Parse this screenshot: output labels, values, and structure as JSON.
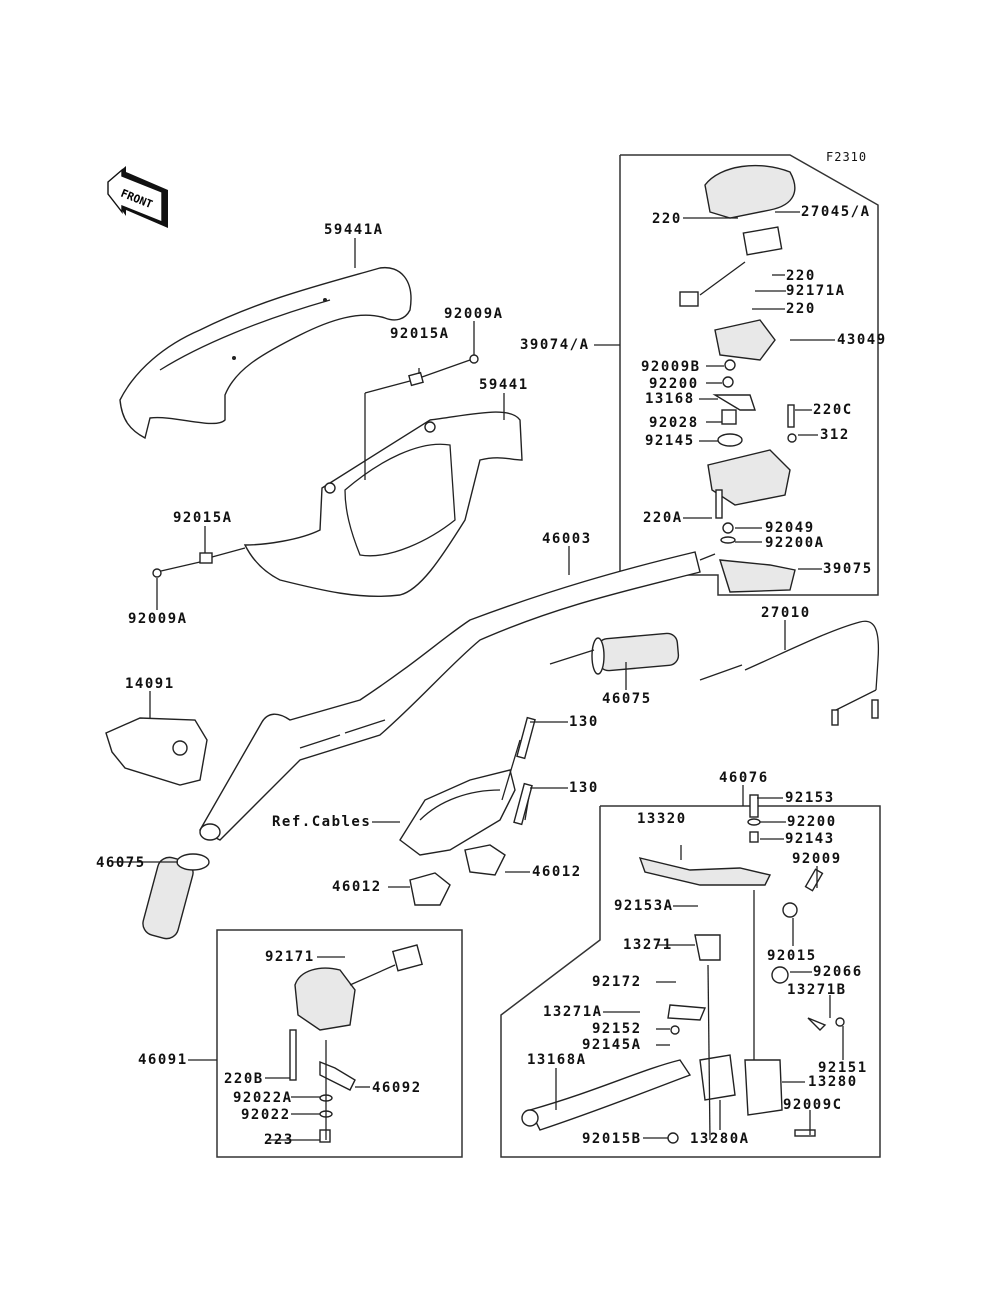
{
  "diagram": {
    "figure_code": "F2310",
    "direction_indicator": "FRONT",
    "labels": [
      {
        "id": "59441A-top",
        "text": "59441A"
      },
      {
        "id": "92009A-top",
        "text": "92009A"
      },
      {
        "id": "92015A-top",
        "text": "92015A"
      },
      {
        "id": "59441",
        "text": "59441"
      },
      {
        "id": "92015A-left",
        "text": "92015A"
      },
      {
        "id": "92009A-left",
        "text": "92009A"
      },
      {
        "id": "46003",
        "text": "46003"
      },
      {
        "id": "39074A",
        "text": "39074/A"
      },
      {
        "id": "220-a",
        "text": "220"
      },
      {
        "id": "27045A",
        "text": "27045/A"
      },
      {
        "id": "220-b",
        "text": "220"
      },
      {
        "id": "92171A",
        "text": "92171A"
      },
      {
        "id": "220-c",
        "text": "220"
      },
      {
        "id": "43049",
        "text": "43049"
      },
      {
        "id": "92009B",
        "text": "92009B"
      },
      {
        "id": "92200",
        "text": "92200"
      },
      {
        "id": "13168",
        "text": "13168"
      },
      {
        "id": "220C",
        "text": "220C"
      },
      {
        "id": "92028",
        "text": "92028"
      },
      {
        "id": "312",
        "text": "312"
      },
      {
        "id": "92145",
        "text": "92145"
      },
      {
        "id": "220A",
        "text": "220A"
      },
      {
        "id": "92049",
        "text": "92049"
      },
      {
        "id": "92200A",
        "text": "92200A"
      },
      {
        "id": "39075",
        "text": "39075"
      },
      {
        "id": "27010",
        "text": "27010"
      },
      {
        "id": "46075-right",
        "text": "46075"
      },
      {
        "id": "14091",
        "text": "14091"
      },
      {
        "id": "130-a",
        "text": "130"
      },
      {
        "id": "130-b",
        "text": "130"
      },
      {
        "id": "ref-cables",
        "text": "Ref.Cables"
      },
      {
        "id": "46075-left",
        "text": "46075"
      },
      {
        "id": "46012-left",
        "text": "46012"
      },
      {
        "id": "46012-right",
        "text": "46012"
      },
      {
        "id": "46076",
        "text": "46076"
      },
      {
        "id": "92153",
        "text": "92153"
      },
      {
        "id": "13320",
        "text": "13320"
      },
      {
        "id": "92200-b",
        "text": "92200"
      },
      {
        "id": "92143",
        "text": "92143"
      },
      {
        "id": "92009",
        "text": "92009"
      },
      {
        "id": "92153A",
        "text": "92153A"
      },
      {
        "id": "13271",
        "text": "13271"
      },
      {
        "id": "92015",
        "text": "92015"
      },
      {
        "id": "92066",
        "text": "92066"
      },
      {
        "id": "92172",
        "text": "92172"
      },
      {
        "id": "13271B",
        "text": "13271B"
      },
      {
        "id": "13271A",
        "text": "13271A"
      },
      {
        "id": "92152",
        "text": "92152"
      },
      {
        "id": "92145A",
        "text": "92145A"
      },
      {
        "id": "92151",
        "text": "92151"
      },
      {
        "id": "13168A",
        "text": "13168A"
      },
      {
        "id": "13280",
        "text": "13280"
      },
      {
        "id": "92009C",
        "text": "92009C"
      },
      {
        "id": "92015B",
        "text": "92015B"
      },
      {
        "id": "13280A",
        "text": "13280A"
      },
      {
        "id": "92171",
        "text": "92171"
      },
      {
        "id": "46091",
        "text": "46091"
      },
      {
        "id": "220B",
        "text": "220B"
      },
      {
        "id": "46092",
        "text": "46092"
      },
      {
        "id": "92022A",
        "text": "92022A"
      },
      {
        "id": "92022",
        "text": "92022"
      },
      {
        "id": "223",
        "text": "223"
      }
    ]
  }
}
